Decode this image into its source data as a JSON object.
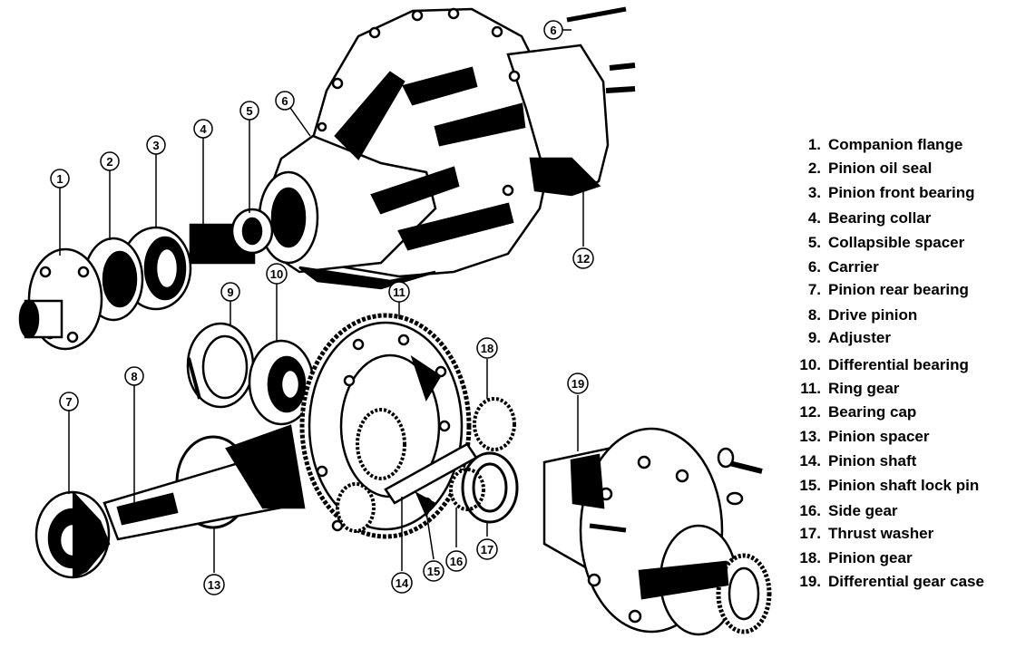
{
  "legend": [
    {
      "num": "1.",
      "label": "Companion flange"
    },
    {
      "num": "2.",
      "label": "Pinion oil seal"
    },
    {
      "num": "3.",
      "label": "Pinion front bearing"
    },
    {
      "num": "4.",
      "label": "Bearing collar"
    },
    {
      "num": "5.",
      "label": "Collapsible spacer"
    },
    {
      "num": "6.",
      "label": "Carrier"
    },
    {
      "num": "7.",
      "label": "Pinion rear bearing"
    },
    {
      "num": "8.",
      "label": "Drive pinion"
    },
    {
      "num": "9.",
      "label": "Adjuster"
    },
    {
      "num": "10.",
      "label": "Differential bearing"
    },
    {
      "num": "11.",
      "label": "Ring gear"
    },
    {
      "num": "12.",
      "label": "Bearing cap"
    },
    {
      "num": "13.",
      "label": "Pinion spacer"
    },
    {
      "num": "14.",
      "label": "Pinion shaft"
    },
    {
      "num": "15.",
      "label": "Pinion shaft lock pin"
    },
    {
      "num": "16.",
      "label": "Side gear"
    },
    {
      "num": "17.",
      "label": "Thrust washer"
    },
    {
      "num": "18.",
      "label": "Pinion gear"
    },
    {
      "num": "19.",
      "label": "Differential gear case"
    }
  ],
  "callouts": [
    "1",
    "2",
    "3",
    "4",
    "5",
    "6",
    "6",
    "7",
    "8",
    "9",
    "10",
    "11",
    "12",
    "13",
    "14",
    "15",
    "16",
    "17",
    "18",
    "19"
  ]
}
